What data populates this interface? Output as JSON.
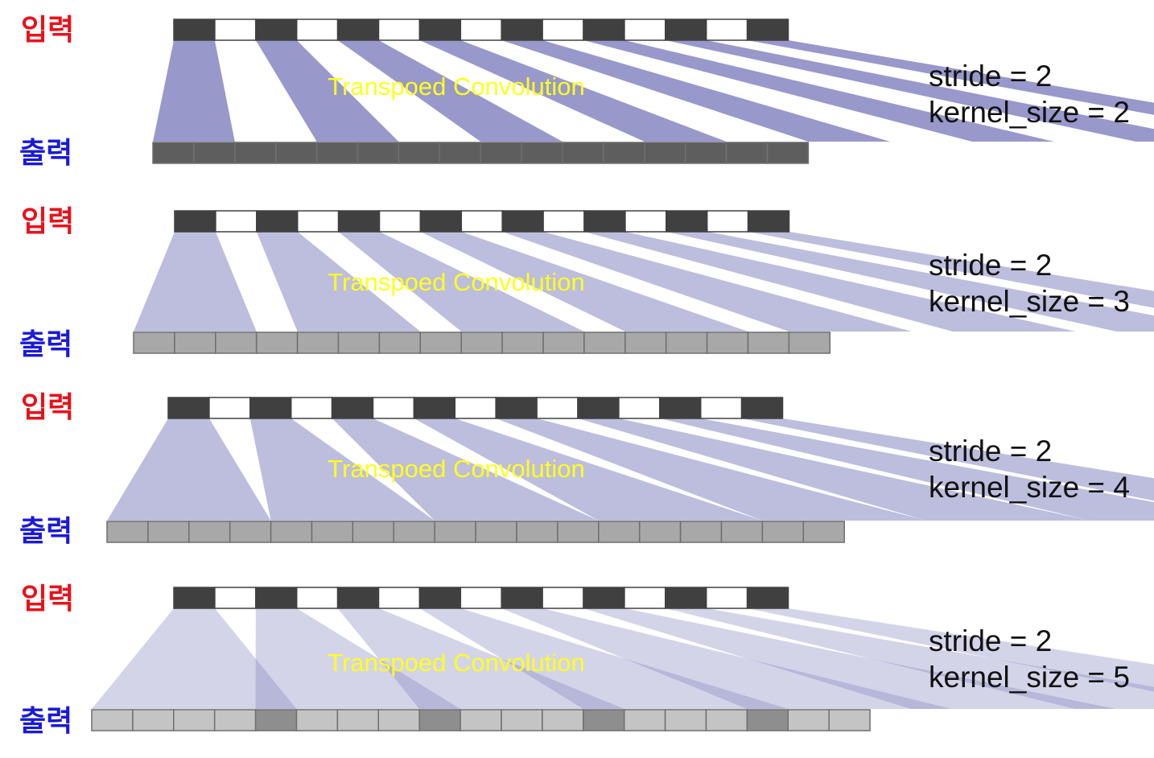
{
  "panels": [
    {
      "input_label": "입력",
      "output_label": "출력",
      "overlay": "Transpoed Convolution",
      "stride_text": "stride = 2",
      "kernel_text": "kernel_size = 2",
      "stride": 2,
      "kernel_size": 2,
      "input_count": 15,
      "output_count": 16
    },
    {
      "input_label": "입력",
      "output_label": "출력",
      "overlay": "Transpoed Convolution",
      "stride_text": "stride = 2",
      "kernel_text": "kernel_size = 3",
      "stride": 2,
      "kernel_size": 3,
      "input_count": 15,
      "output_count": 17
    },
    {
      "input_label": "입력",
      "output_label": "출력",
      "overlay": "Transpoed Convolution",
      "stride_text": "stride = 2",
      "kernel_text": "kernel_size = 4",
      "stride": 2,
      "kernel_size": 4,
      "input_count": 15,
      "output_count": 18
    },
    {
      "input_label": "입력",
      "output_label": "출력",
      "overlay": "Transpoed Convolution",
      "stride_text": "stride = 2",
      "kernel_text": "kernel_size = 5",
      "stride": 2,
      "kernel_size": 5,
      "input_count": 15,
      "output_count": 19
    }
  ],
  "colors": {
    "input_active": "#404040",
    "input_zero": "#ffffff",
    "kernel_fill": "#7b7bbd",
    "input_label": "#e8121b",
    "output_label": "#1a1ad6",
    "overlay_text": "#ffff1e"
  }
}
